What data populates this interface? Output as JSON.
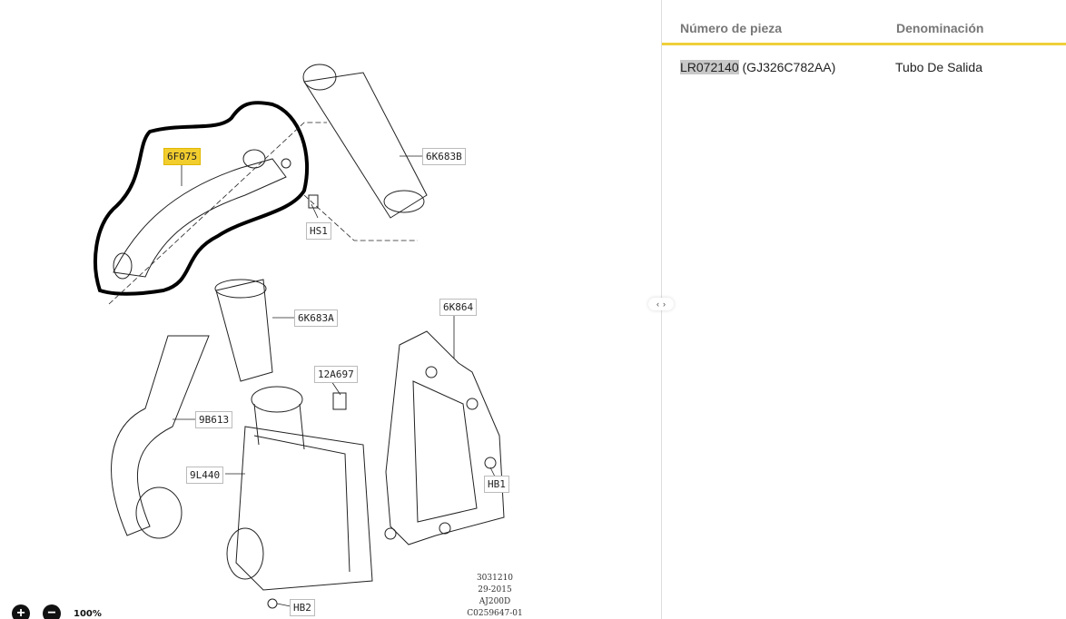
{
  "diagram": {
    "callouts": {
      "c6F075": "6F075",
      "c6K683B": "6K683B",
      "cHS1": "HS1",
      "c6K683A": "6K683A",
      "c6K864": "6K864",
      "c12A697": "12A697",
      "c9B613": "9B613",
      "c9L440": "9L440",
      "cHB1": "HB1",
      "cHB2": "HB2"
    },
    "highlight_color": "#f2cd2e",
    "stamp": [
      "3031210",
      "29-2015",
      "AJ200D",
      "C0259647-01"
    ]
  },
  "zoom": {
    "in": "+",
    "out": "−",
    "level": "100%"
  },
  "splitter": {
    "left": "‹",
    "right": "›"
  },
  "table": {
    "headers": {
      "part_number": "Número de pieza",
      "name": "Denominación"
    },
    "rows": [
      {
        "part_number": "LR072140",
        "alt": "(GJ326C782AA)",
        "name": "Tubo De Salida"
      }
    ],
    "accent": "#f0cf3a"
  }
}
